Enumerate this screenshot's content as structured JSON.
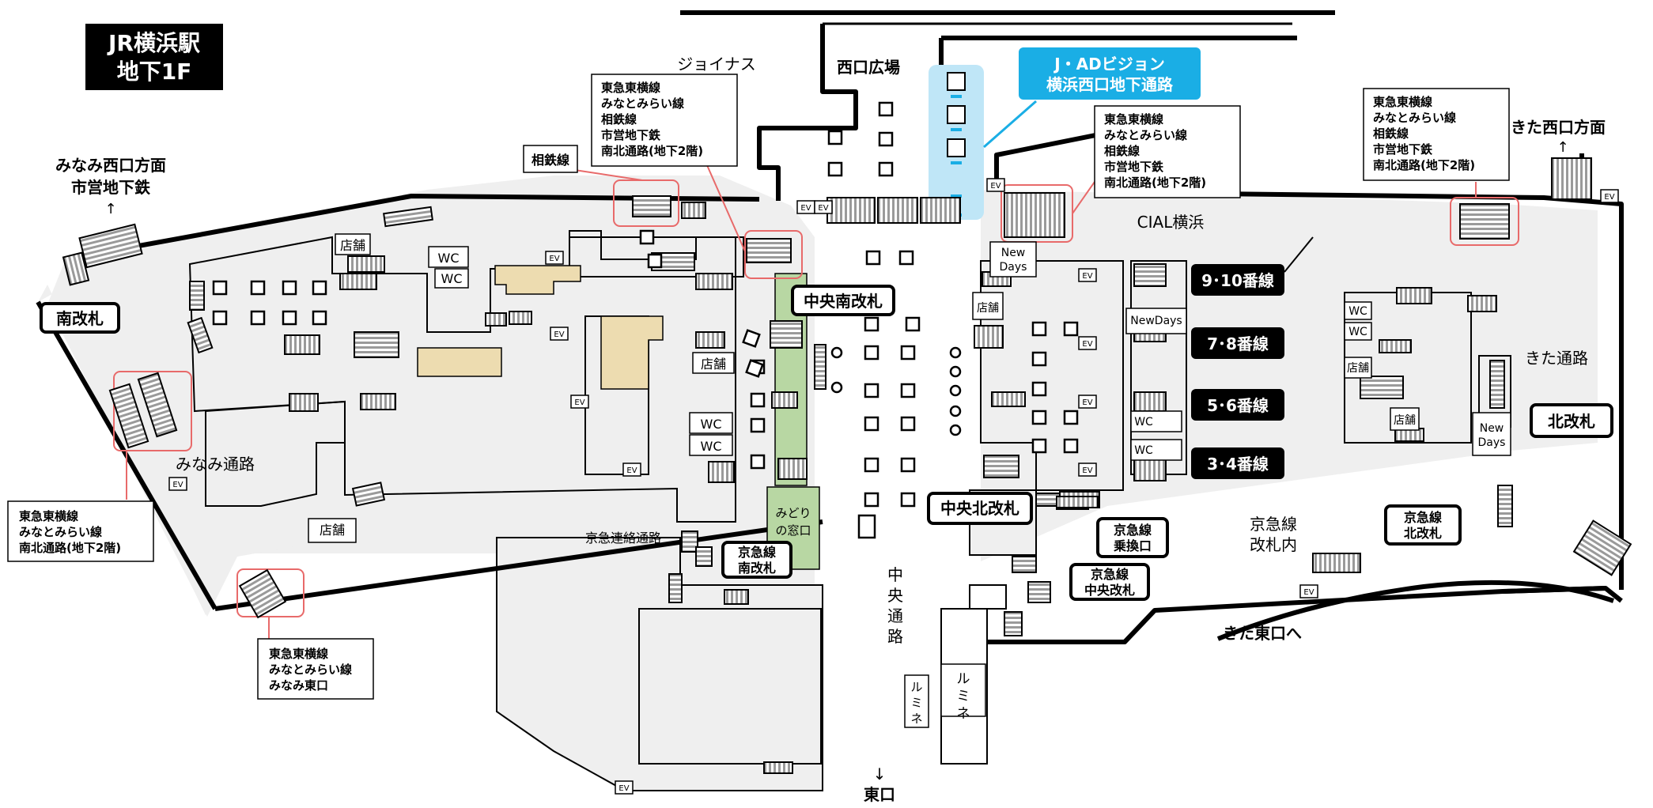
{
  "title": {
    "line1": "JR横浜駅",
    "line2": "地下1F"
  },
  "colors": {
    "floor": "#efefef",
    "wall": "#000000",
    "highlight": "#e86a6a",
    "jad": "#1aaee5",
    "jad_glow": "#bfe6f7",
    "shop_tan": "#eddcb0",
    "green": "#b8d7a3",
    "pillar": "#9a9a9a"
  },
  "ad_vision": {
    "line1": "J・ADビジョン",
    "line2": "横浜西口地下通路"
  },
  "areas": {
    "nishiguchi_hiroba": "西口広場",
    "joinus": "ジョイナス",
    "cial": "CIAL横浜",
    "minami_tsuro": "みなみ通路",
    "kita_tsuro": "きた通路",
    "keikyu_renraku": "京急連絡通路",
    "keikyu_kaisatsunai_1": "京急線",
    "keikyu_kaisatsunai_2": "改札内",
    "chuo_tsuro": [
      "中",
      "央",
      "通",
      "路"
    ],
    "kita_higashi": "きた東口へ",
    "kita_nishi": "きた西口方面",
    "kita_nishi_arrow": "↑",
    "minami_nishi_1": "みなみ西口方面",
    "minami_nishi_2": "市営地下鉄",
    "minami_nishi_arrow": "↑",
    "higashiguchi": "東口",
    "higashiguchi_arrow": "↓"
  },
  "gates": {
    "minami": "南改札",
    "chuo_minami": "中央南改札",
    "chuo_kita": "中央北改札",
    "kita": "北改札",
    "keikyu_minami_1": "京急線",
    "keikyu_minami_2": "南改札",
    "keikyu_norikae_1": "京急線",
    "keikyu_norikae_2": "乗換口",
    "keikyu_chuo_1": "京急線",
    "keikyu_chuo_2": "中央改札",
    "keikyu_kita_1": "京急線",
    "keikyu_kita_2": "北改札"
  },
  "platforms": [
    "9･10番線",
    "7･8番線",
    "5･6番線",
    "3･4番線"
  ],
  "callouts": {
    "sotetsu": "相鉄線",
    "west_center": [
      "東急東横線",
      "みなとみらい線",
      "相鉄線",
      "市営地下鉄",
      "南北通路(地下2階)"
    ],
    "cial_side": [
      "東急東横線",
      "みなとみらい線",
      "相鉄線",
      "市営地下鉄",
      "南北通路(地下2階)"
    ],
    "north_east": [
      "東急東横線",
      "みなとみらい線",
      "相鉄線",
      "市営地下鉄",
      "南北通路(地下2階)"
    ],
    "south_west": [
      "東急東横線",
      "みなとみらい線",
      "南北通路(地下2階)"
    ],
    "south_east": [
      "東急東横線",
      "みなとみらい線",
      "みなみ東口"
    ]
  },
  "facilities": {
    "shop": "店舗",
    "wc": "WC",
    "ev": "EV",
    "newdays_1": "New",
    "newdays_2": "Days",
    "newdays_one": "NewDays",
    "midori_1": "みどり",
    "midori_2": "の窓口",
    "lumine": [
      "ル",
      "ミ",
      "ネ"
    ]
  }
}
